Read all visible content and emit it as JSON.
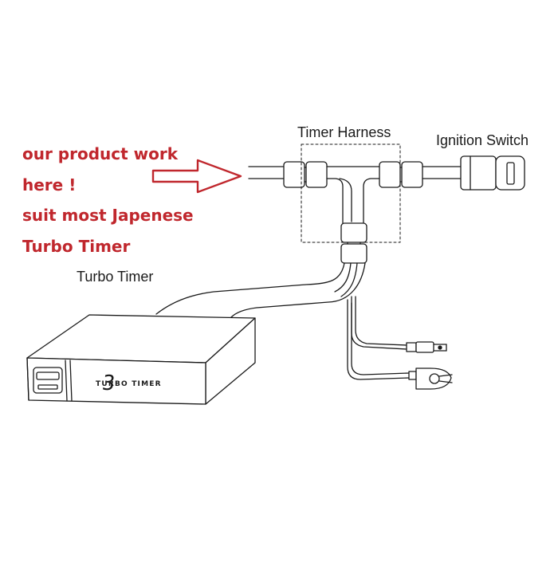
{
  "callout": {
    "lines": [
      "our product work",
      "here !",
      "suit most Japenese",
      "Turbo Timer"
    ],
    "color": "#c0272d"
  },
  "labels": {
    "timer_harness": "Timer Harness",
    "ignition_switch": "Ignition Switch",
    "turbo_timer": "Turbo Timer"
  },
  "device": {
    "face_text": "TURBO TIMER",
    "display_digit": "3"
  },
  "icons": [
    "arrow-right-icon",
    "ignition-key-icon",
    "spade-terminal-icon",
    "ring-terminal-icon"
  ]
}
